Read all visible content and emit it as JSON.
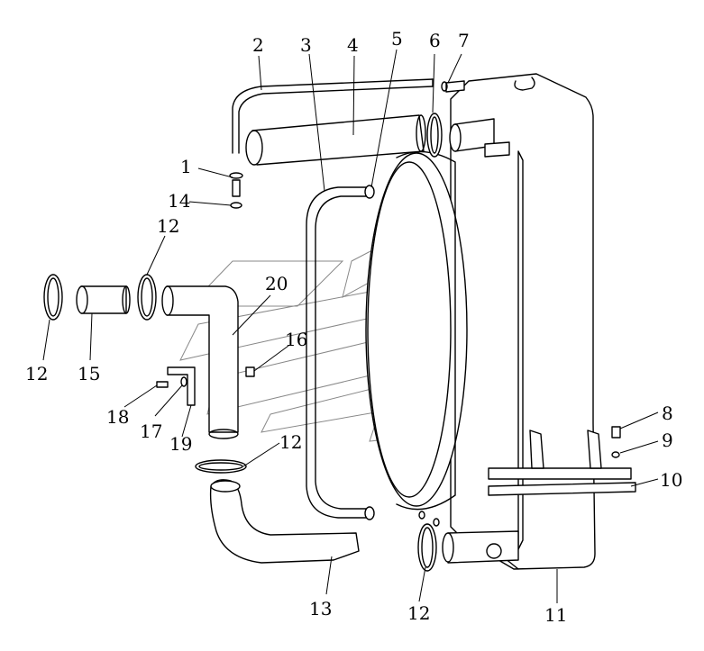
{
  "diagram": {
    "callouts": [
      {
        "id": "c1",
        "text": "1"
      },
      {
        "id": "c2",
        "text": "2"
      },
      {
        "id": "c3",
        "text": "3"
      },
      {
        "id": "c4",
        "text": "4"
      },
      {
        "id": "c5",
        "text": "5"
      },
      {
        "id": "c6",
        "text": "6"
      },
      {
        "id": "c7",
        "text": "7"
      },
      {
        "id": "c8",
        "text": "8"
      },
      {
        "id": "c9",
        "text": "9"
      },
      {
        "id": "c10",
        "text": "10"
      },
      {
        "id": "c11",
        "text": "11"
      },
      {
        "id": "c12a",
        "text": "12"
      },
      {
        "id": "c12b",
        "text": "12"
      },
      {
        "id": "c12c",
        "text": "12"
      },
      {
        "id": "c12d",
        "text": "12"
      },
      {
        "id": "c13",
        "text": "13"
      },
      {
        "id": "c14",
        "text": "14"
      },
      {
        "id": "c15",
        "text": "15"
      },
      {
        "id": "c16",
        "text": "16"
      },
      {
        "id": "c17",
        "text": "17"
      },
      {
        "id": "c18",
        "text": "18"
      },
      {
        "id": "c19",
        "text": "19"
      },
      {
        "id": "c20",
        "text": "20"
      }
    ]
  }
}
